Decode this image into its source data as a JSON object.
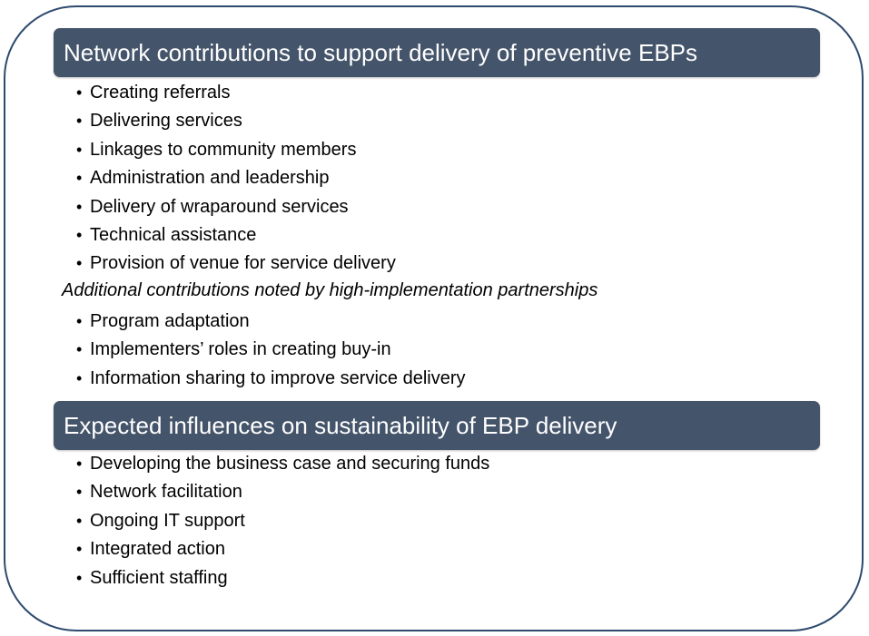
{
  "section1": {
    "title": "Network contributions to support delivery of preventive EBPs",
    "items": [
      "Creating referrals",
      "Delivering services",
      "Linkages to community members",
      "Administration and leadership",
      "Delivery of wraparound services",
      "Technical assistance",
      "Provision of venue for service delivery"
    ],
    "subnote": "Additional contributions noted by high-implementation partnerships",
    "sub_items": [
      "Program adaptation",
      "Implementers’ roles in creating buy-in",
      "Information sharing to improve service delivery"
    ]
  },
  "section2": {
    "title": "Expected influences on sustainability of EBP delivery",
    "items": [
      "Developing the business case and securing funds",
      "Network facilitation",
      "Ongoing IT support",
      "Integrated action",
      "Sufficient staffing"
    ]
  },
  "colors": {
    "header_bg": "#44546a",
    "frame_border": "#2e4a6e",
    "text": "#000000"
  }
}
